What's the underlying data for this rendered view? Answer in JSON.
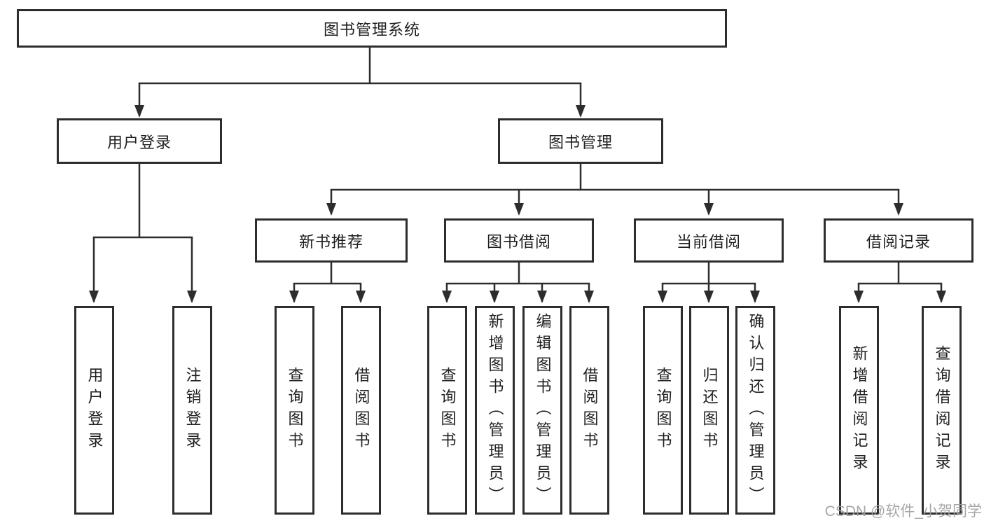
{
  "diagram": {
    "root": {
      "label": "图书管理系统"
    },
    "branches": {
      "user_login": {
        "label": "用户登录",
        "children": {
          "login": {
            "label": "用户登录"
          },
          "logout": {
            "label": "注销登录"
          }
        }
      },
      "book_mgmt": {
        "label": "图书管理",
        "children": {
          "new_book_rec": {
            "label": "新书推荐",
            "children": {
              "query_book": {
                "label": "查询图书"
              },
              "borrow_book": {
                "label": "借阅图书"
              }
            }
          },
          "book_borrow": {
            "label": "图书借阅",
            "children": {
              "query_book": {
                "label": "查询图书"
              },
              "add_book": {
                "label": "新增图书（管理员）"
              },
              "edit_book": {
                "label": "编辑图书（管理员）"
              },
              "borrow_book": {
                "label": "借阅图书"
              }
            }
          },
          "current_borrow": {
            "label": "当前借阅",
            "children": {
              "query_book": {
                "label": "查询图书"
              },
              "return_book": {
                "label": "归还图书"
              },
              "confirm_return": {
                "label": "确认归还（管理员）"
              }
            }
          },
          "borrow_records": {
            "label": "借阅记录",
            "children": {
              "add_record": {
                "label": "新增借阅记录"
              },
              "query_record": {
                "label": "查询借阅记录"
              }
            }
          }
        }
      }
    },
    "line_color": "#2d2d2d"
  },
  "watermark": {
    "text": "CSDN @软件_小贺同学"
  }
}
